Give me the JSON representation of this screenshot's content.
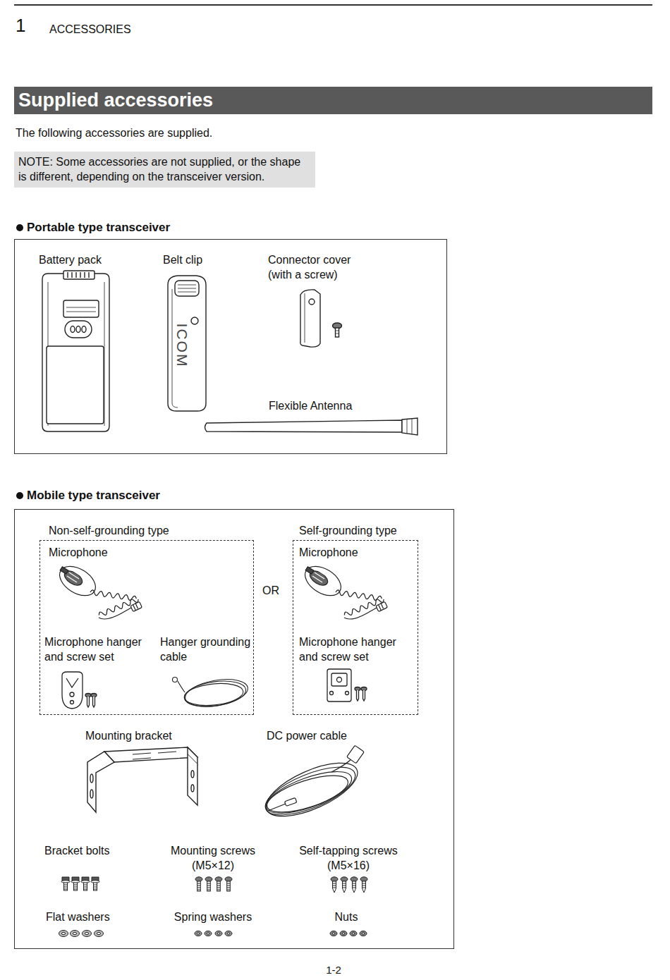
{
  "diagram": {
    "title": "Supplied accessories",
    "nodes": [
      {
        "text": [
          "NOTE: Some accessories are not supplied, or the shape is different, depending on the transceiver version."
        ]
      },
      {
        "text": [
          "Portable type transceiver"
        ]
      },
      {
        "text": [
          "Mobile type transceiver"
        ]
      },
      {
        "text": [
          "Non-self-grounding type"
        ],
        "in": 2
      },
      {
        "text": [
          "Self-grounding type"
        ],
        "in": 2
      }
    ],
    "labels": [
      "1",
      "ACCESSORIES",
      "The following accessories are supplied.",
      "Battery pack",
      "Belt clip",
      "ICOM",
      "Connector cover (with a screw)",
      "Flexible Antenna",
      "Microphone",
      "Microphone hanger and screw set",
      "Hanger grounding cable",
      "OR",
      "Microphone",
      "Microphone hanger and screw set",
      "Mounting bracket",
      "DC power cable",
      "Bracket bolts",
      "Mounting screws (M5×12)",
      "Self-tapping screws (M5×16)",
      "Flat washers",
      "Spring washers",
      "Nuts",
      "1-2"
    ]
  }
}
